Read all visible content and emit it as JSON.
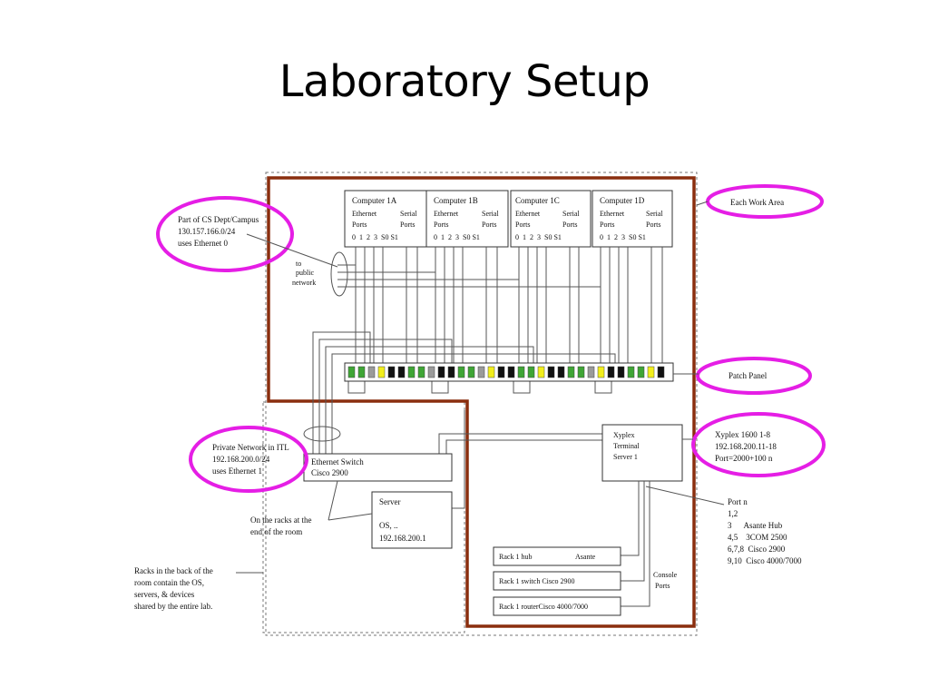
{
  "slide": {
    "title": "Laboratory Setup"
  },
  "computers": [
    {
      "name": "Computer 1A",
      "ethernet_label": "Ethernet",
      "serial_label": "Serial",
      "ports_label": "Ports",
      "ports": "0  1  2  3  S0 S1"
    },
    {
      "name": "Computer 1B",
      "ethernet_label": "Ethernet",
      "serial_label": "Serial",
      "ports_label": "Ports",
      "ports": "0  1  2  3  S0 S1"
    },
    {
      "name": "Computer 1C",
      "ethernet_label": "Ethernet",
      "serial_label": "Serial",
      "ports_label": "Ports",
      "ports": "0  1  2  3  S0 S1"
    },
    {
      "name": "Computer 1D",
      "ethernet_label": "Ethernet",
      "serial_label": "Serial",
      "ports_label": "Ports",
      "ports": "0  1  2  3  S0 S1"
    }
  ],
  "callouts": {
    "campus": [
      "Part of CS Dept/Campus",
      "130.157.166.0/24",
      "uses Ethernet 0"
    ],
    "public_network": [
      "to",
      "public",
      "network"
    ],
    "work_area": "Each Work Area",
    "patch_panel": "Patch Panel",
    "private_network": [
      "Private Network in ITL",
      "192.168.200.0/24",
      "uses Ethernet 1"
    ],
    "xyplex": [
      "Xyplex 1600 1-8",
      "192.168.200.11-18",
      "Port=2000+100 n"
    ],
    "racks_end": [
      "On the racks at the",
      "end of the room"
    ],
    "racks_back": [
      "Racks in the back of the",
      "room contain the OS,",
      "servers, & devices",
      "shared by the entire lab."
    ],
    "port_list": [
      "Port n",
      "1,2",
      "3      Asante Hub",
      "4,5    3COM 2500",
      "6,7,8  Cisco 2900",
      "9,10  Cisco 4000/7000"
    ],
    "console_ports": [
      "Console",
      "Ports"
    ]
  },
  "devices": {
    "switch": [
      "Ethernet Switch",
      "Cisco 2900"
    ],
    "server": [
      "Server",
      "OS, ..",
      "192.168.200.1"
    ],
    "terminal_server": [
      "Xyplex",
      "Terminal",
      "Server 1"
    ],
    "rack_hub": {
      "left": "Rack 1 hub",
      "right": "Asante"
    },
    "rack_switch": "Rack 1 switch Cisco 2900",
    "rack_router": "Rack 1 routerCisco 4000/7000"
  },
  "colors": {
    "work_area_border": "#8a2e0e",
    "highlight": "#e51ee5",
    "port_green": "#3fa535",
    "port_yellow": "#f2ee1c",
    "port_black": "#111111",
    "port_gray": "#9a9a9a"
  },
  "patch_panel_ports": [
    "green",
    "green",
    "gray",
    "yellow",
    "black",
    "black",
    "green",
    "green",
    "gray",
    "black",
    "black",
    "green",
    "green",
    "gray",
    "yellow",
    "black",
    "black",
    "green",
    "green",
    "yellow",
    "black",
    "black",
    "green",
    "green",
    "gray",
    "yellow",
    "black",
    "black",
    "green",
    "green",
    "yellow",
    "black"
  ]
}
